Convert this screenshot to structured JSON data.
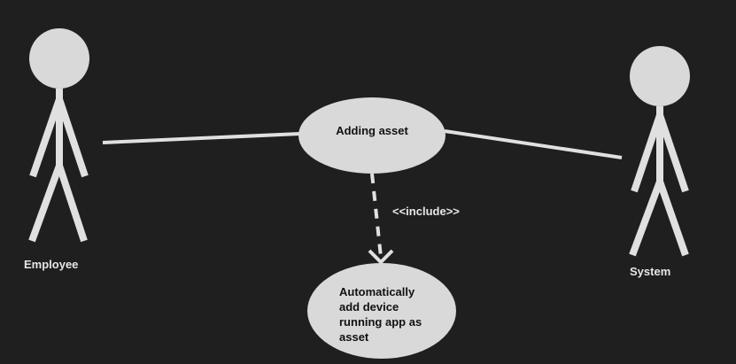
{
  "colors": {
    "background": "#1f1f1f",
    "shape_fill": "#d9d9d9",
    "line": "#e0e0e0",
    "label_text": "#e6e6e6",
    "usecase_text": "#111111"
  },
  "actors": {
    "employee": {
      "label": "Employee"
    },
    "system": {
      "label": "System"
    }
  },
  "use_cases": {
    "adding_asset": {
      "label": "Adding asset"
    },
    "auto_add_device": {
      "label": "Automatically add device running app as asset"
    }
  },
  "relationships": {
    "include_label": "<<include>>"
  }
}
